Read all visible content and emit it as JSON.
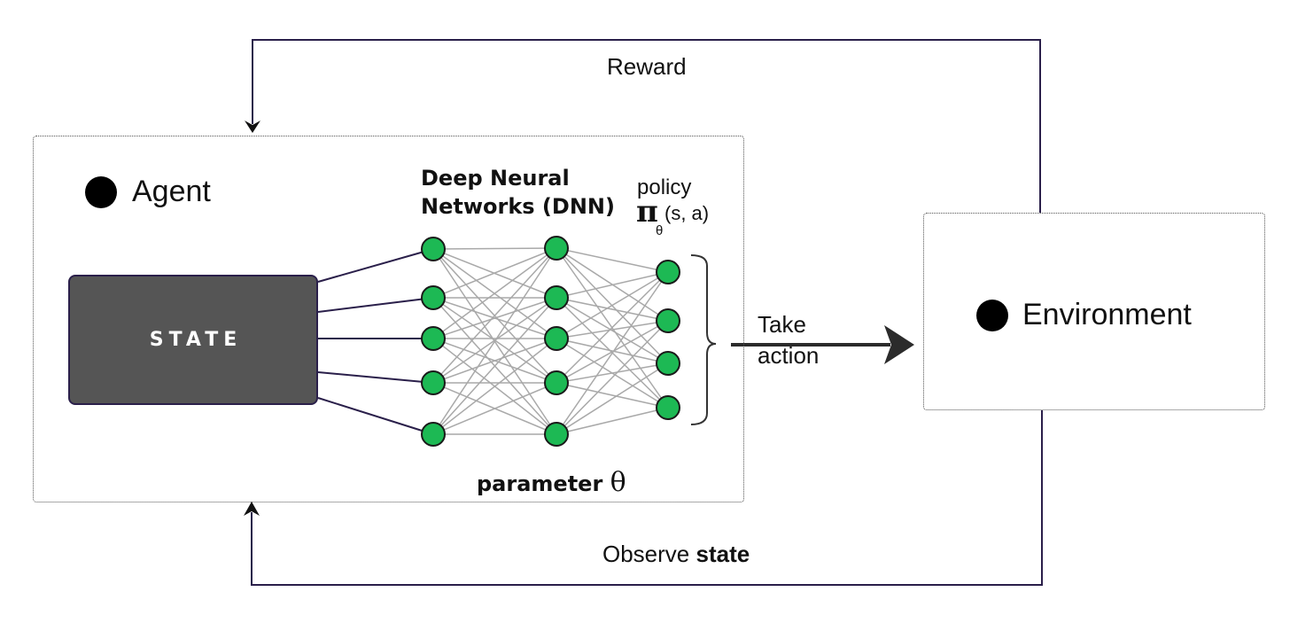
{
  "agent": {
    "title": "Agent",
    "state_label": "STATE",
    "dnn_line1": "Deep Neural",
    "dnn_line2": "Networks (DNN)",
    "policy_label": "policy",
    "policy_symbol": "π",
    "policy_subscript": "θ",
    "policy_args": "(s, a)",
    "parameter_label": "parameter",
    "parameter_symbol": "θ"
  },
  "environment": {
    "title": "Environment"
  },
  "edges": {
    "reward": "Reward",
    "observe_prefix": "Observe",
    "observe_bold": "state",
    "take": "Take",
    "action": "action"
  },
  "network": {
    "layer_sizes": [
      5,
      5,
      4
    ],
    "node_color": "#1db954",
    "edge_color": "#a9a9a9"
  },
  "colors": {
    "loop_line": "#2a1f4a",
    "state_fill": "#555555",
    "action_arrow": "#2b2b2b"
  }
}
